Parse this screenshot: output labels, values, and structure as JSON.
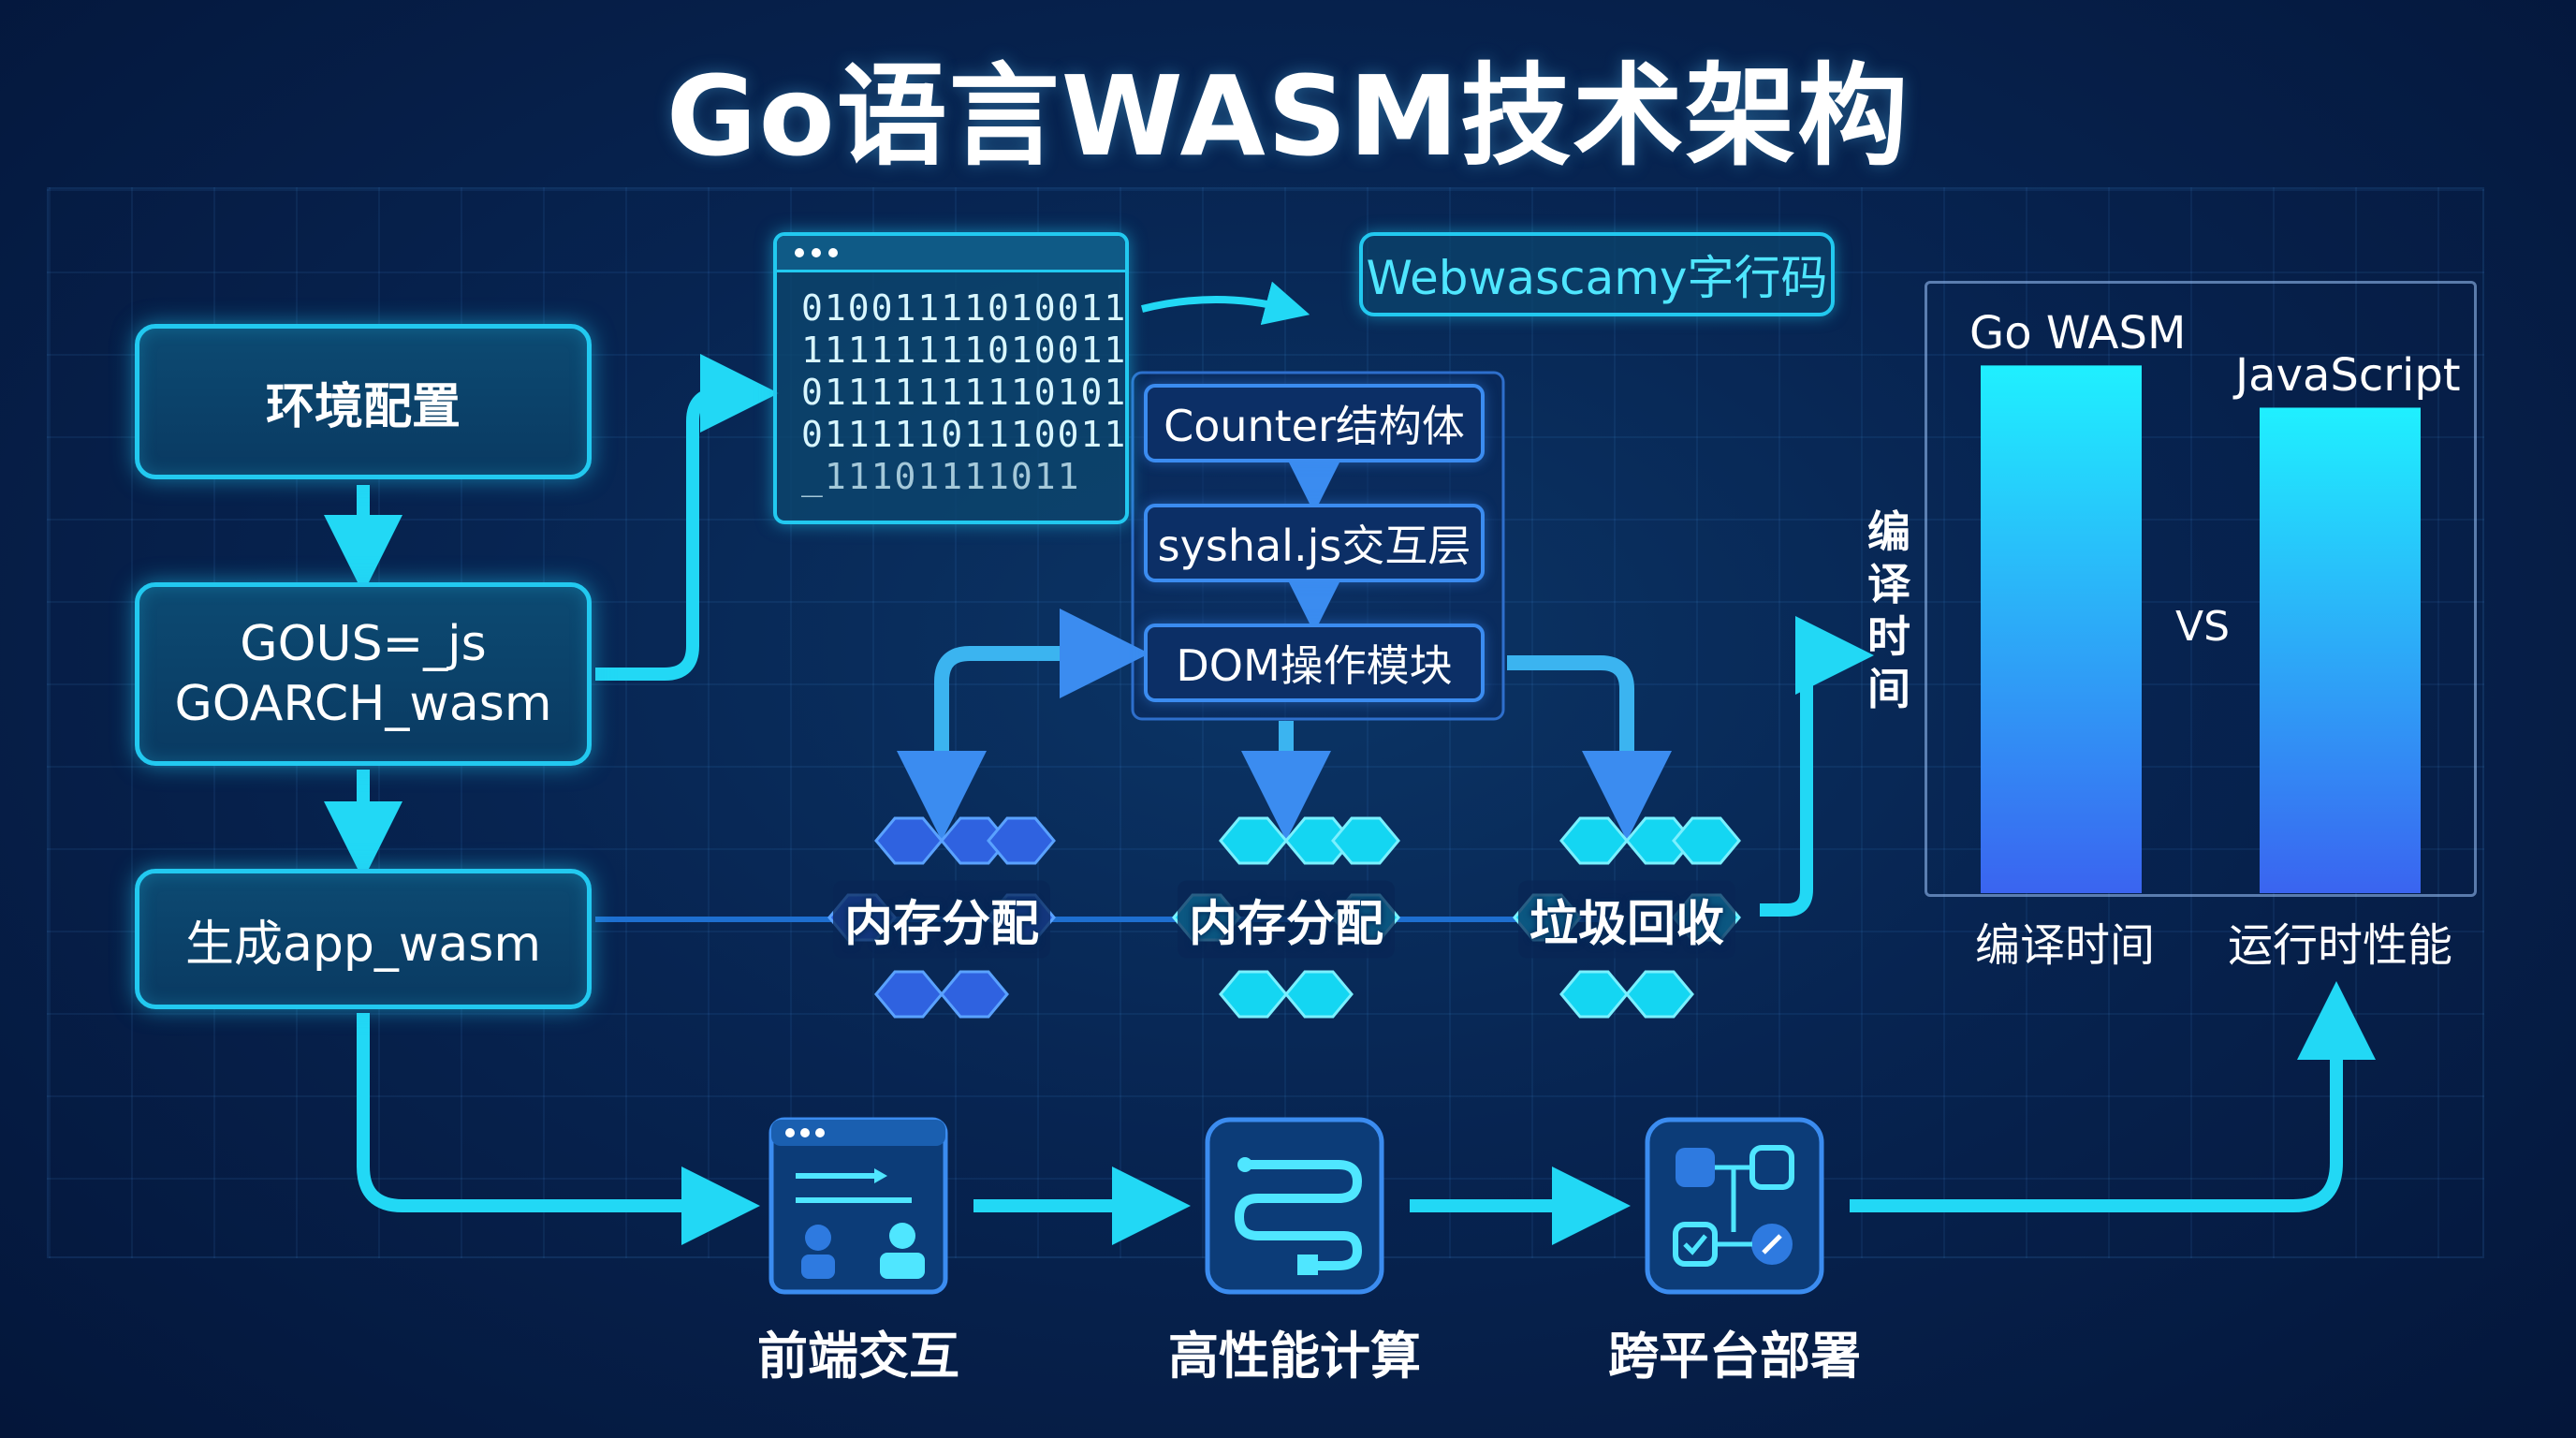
{
  "title": "Go语言WASM技术架构",
  "left_flow": {
    "env_config": "环境配置",
    "goos": "GOUS=_js",
    "goarch": "GOARCH_wasm",
    "build": "生成app_wasm"
  },
  "code_panel": {
    "lines": [
      "01001111010011",
      "11111111010011",
      "01111111110101",
      "01111101110011",
      "_11101111011"
    ]
  },
  "bubble_label": "Webwascamy字行码",
  "modules": {
    "counter": "Counter结构体",
    "syscall": "syshal.js交互层",
    "dom": "DOM操作模块"
  },
  "hex_nodes": [
    "内存分配",
    "内存分配",
    "垃圾回收"
  ],
  "applications": [
    "前端交互",
    "高性能计算",
    "跨平台部署"
  ],
  "chart": {
    "vertical_label": "编译时间",
    "vs_label": "VS",
    "colors": {
      "top": "#1ff0ff",
      "bottom": "#3a64f0"
    }
  },
  "chart_data": {
    "type": "bar",
    "series": [
      {
        "name": "Go WASM",
        "value": 100
      },
      {
        "name": "JavaScript",
        "value": 92
      }
    ],
    "categories": [
      "编译时间",
      "运行时性能"
    ],
    "ylabel": "编译时间",
    "ylim": [
      0,
      110
    ],
    "grid": false,
    "legend": "none"
  }
}
